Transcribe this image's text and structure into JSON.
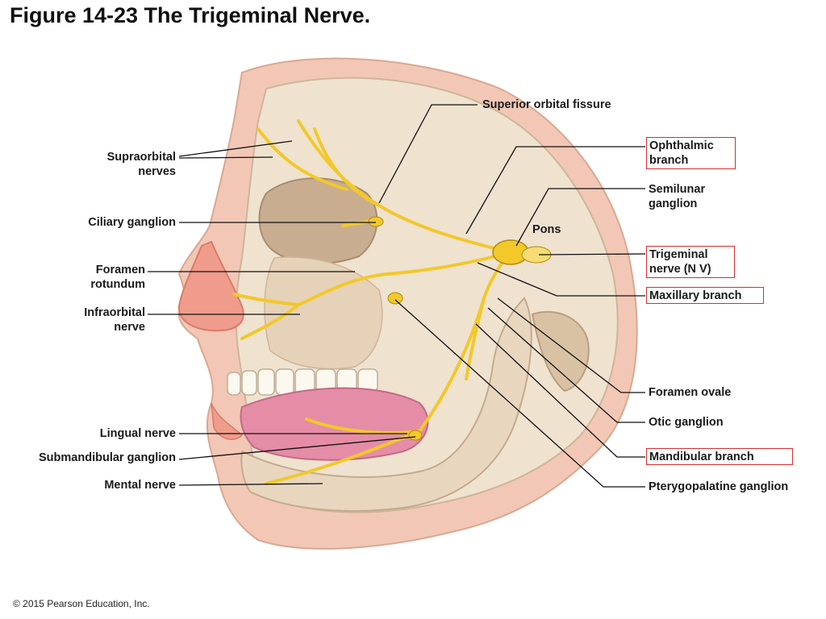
{
  "title": "Figure 14-23 The Trigeminal Nerve.",
  "copyright": "© 2015 Pearson Education, Inc.",
  "labels": {
    "supraorbital": [
      "Supraorbital",
      "nerves"
    ],
    "ciliary": [
      "Ciliary ganglion"
    ],
    "foramen_rotundum": [
      "Foramen",
      "rotundum"
    ],
    "infraorbital": [
      "Infraorbital",
      "nerve"
    ],
    "lingual": [
      "Lingual nerve"
    ],
    "submandibular": [
      "Submandibular ganglion"
    ],
    "mental": [
      "Mental nerve"
    ],
    "superior_orbital": [
      "Superior orbital fissure"
    ],
    "ophthalmic": [
      "Ophthalmic",
      "branch"
    ],
    "semilunar": [
      "Semilunar",
      "ganglion"
    ],
    "pons": [
      "Pons"
    ],
    "trigeminal": [
      "Trigeminal",
      "nerve (N V)"
    ],
    "maxillary": [
      "Maxillary branch"
    ],
    "foramen_ovale": [
      "Foramen ovale"
    ],
    "otic": [
      "Otic ganglion"
    ],
    "mandibular": [
      "Mandibular branch"
    ],
    "pterygopalatine": [
      "Pterygopalatine ganglion"
    ]
  },
  "colors": {
    "bone": "#efe2cf",
    "bone_shadow": "#cdb59a",
    "skin": "#f3c7b5",
    "nose": "#f09c8c",
    "tongue": "#e58ca6",
    "nerve": "#f2c82a",
    "nerve_outline": "#b08a10",
    "highlight_box": "#d62d2d",
    "leader": "#111111"
  }
}
